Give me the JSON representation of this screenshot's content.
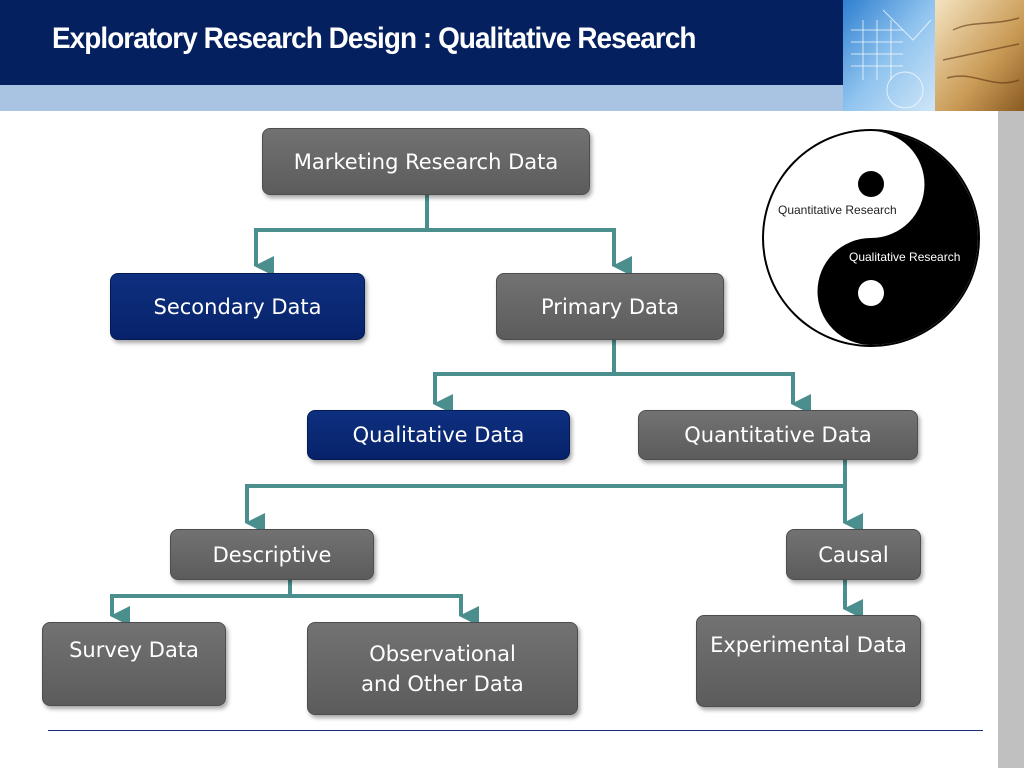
{
  "slide": {
    "title": "Exploratory Research Design : Qualitative Research"
  },
  "colors": {
    "header": "#05205e",
    "header_strip": "#a8c4e2",
    "node_gray": "#666666",
    "node_navy": "#0a2a78",
    "connector": "#4a8e8e"
  },
  "diagram": {
    "marketing_research_data": "Marketing Research Data",
    "secondary_data": "Secondary Data",
    "primary_data": "Primary Data",
    "qualitative_data": "Qualitative Data",
    "quantitative_data": "Quantitative Data",
    "descriptive": "Descriptive",
    "causal": "Causal",
    "survey_data": "Survey Data",
    "observational_line1": "Observational",
    "observational_line2": "and Other Data",
    "experimental_data": "Experimental Data"
  },
  "yin_yang": {
    "quantitative_label": "Quantitative Research",
    "qualitative_label": "Qualitative Research"
  }
}
